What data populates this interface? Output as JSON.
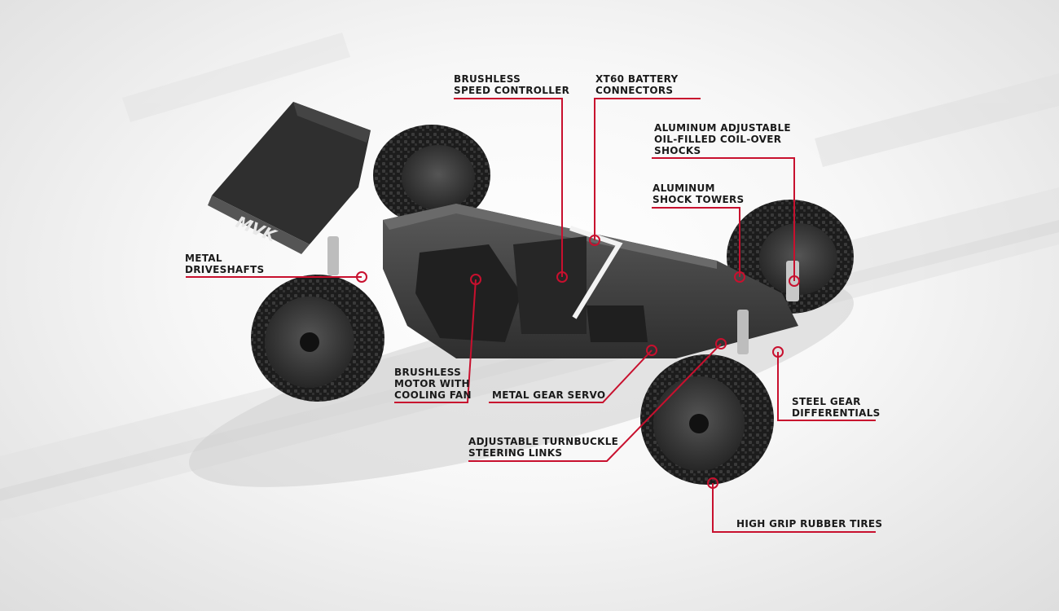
{
  "brand_logo": "MVK",
  "colors": {
    "callout_line": "#c8102e",
    "label_text": "#1a1a1a",
    "chassis": "#3a3a3a",
    "tire": "#1e1e1e"
  },
  "callouts": [
    {
      "id": "brushless-speed-controller",
      "text": "BRUSHLESS\nSPEED CONTROLLER"
    },
    {
      "id": "xt60-battery-connectors",
      "text": "XT60 BATTERY\nCONNECTORS"
    },
    {
      "id": "aluminum-adjustable-shocks",
      "text": "ALUMINUM ADJUSTABLE\nOIL-FILLED COIL-OVER\nSHOCKS"
    },
    {
      "id": "aluminum-shock-towers",
      "text": "ALUMINUM\nSHOCK TOWERS"
    },
    {
      "id": "metal-driveshafts",
      "text": "METAL\nDRIVESHAFTS"
    },
    {
      "id": "brushless-motor-cooling-fan",
      "text": "BRUSHLESS\nMOTOR WITH\nCOOLING FAN"
    },
    {
      "id": "metal-gear-servo",
      "text": "METAL GEAR SERVO"
    },
    {
      "id": "steel-gear-differentials",
      "text": "STEEL GEAR\nDIFFERENTIALS"
    },
    {
      "id": "adjustable-turnbuckle-steering-links",
      "text": "ADJUSTABLE TURNBUCKLE\nSTEERING LINKS"
    },
    {
      "id": "high-grip-rubber-tires",
      "text": "HIGH GRIP RUBBER TIRES"
    }
  ]
}
